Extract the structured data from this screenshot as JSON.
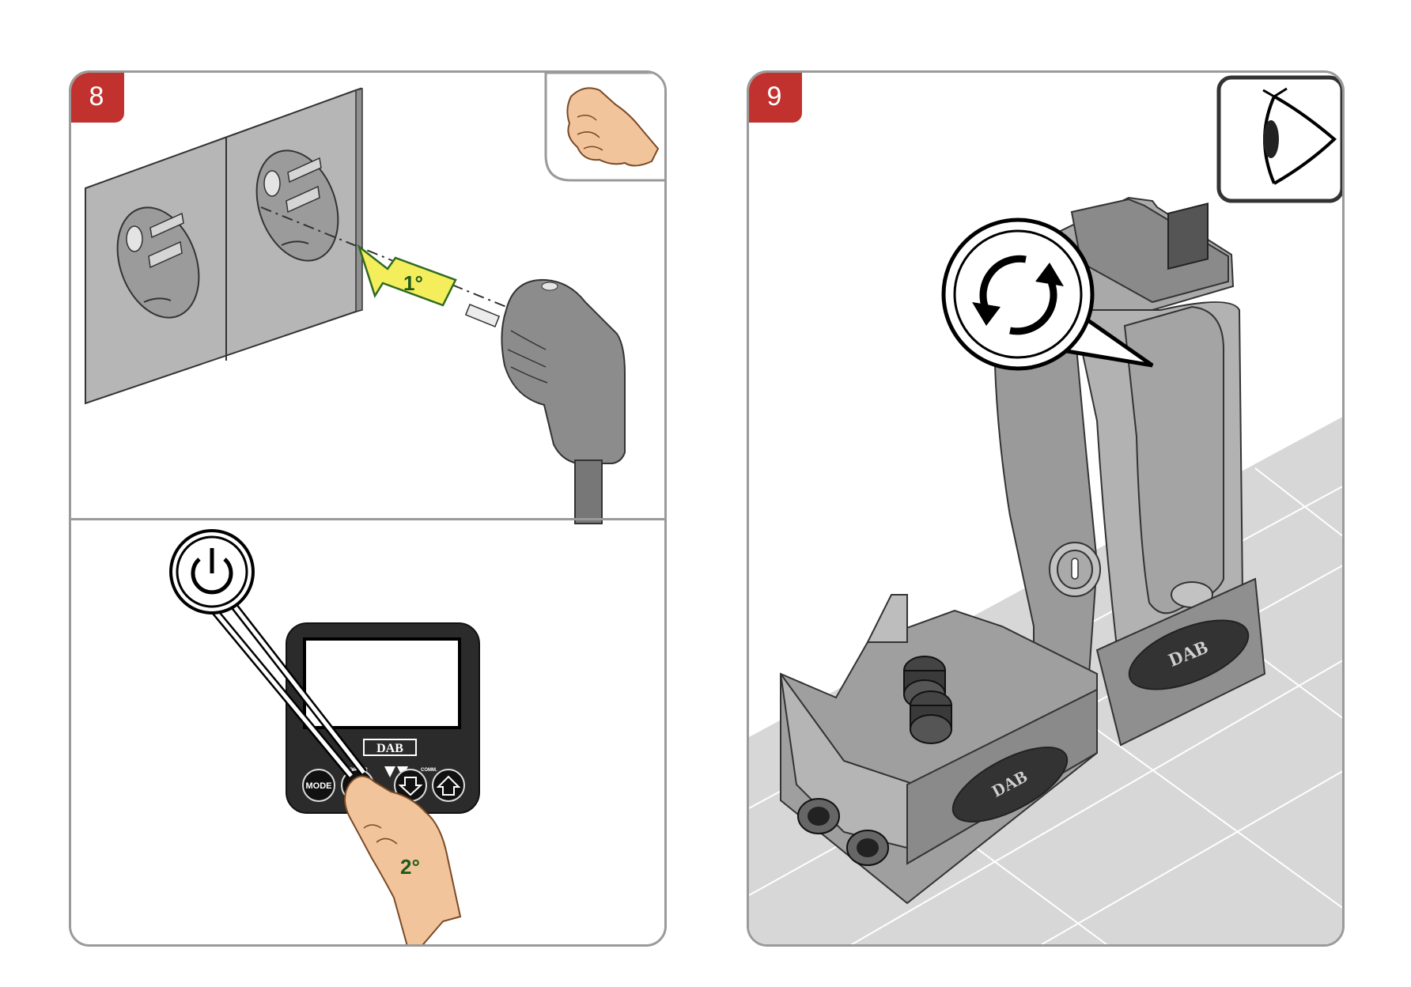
{
  "steps": [
    {
      "number": "8",
      "plug_order": "1°",
      "press_order": "2°",
      "display": {
        "brand": "DAB",
        "mode_label": "MODE",
        "power_label": "POWER",
        "comm_label": "COMM."
      }
    },
    {
      "number": "9",
      "brand_front": "DAB",
      "brand_side": "DAB"
    }
  ],
  "icons": {
    "hand_corner": "hand-fist-icon",
    "power": "power-icon",
    "rotate": "rotate-arrows-icon",
    "eye": "eye-icon",
    "arrow_down": "arrow-down-icon",
    "arrow_up": "arrow-up-icon"
  },
  "colors": {
    "badge": "#c1322f",
    "arrow": "#f4ee5c",
    "order_text": "#1f5a1a",
    "display_body": "#2b2b2b",
    "floor": "#d7d7d7",
    "socket": "#b9b9b9"
  }
}
